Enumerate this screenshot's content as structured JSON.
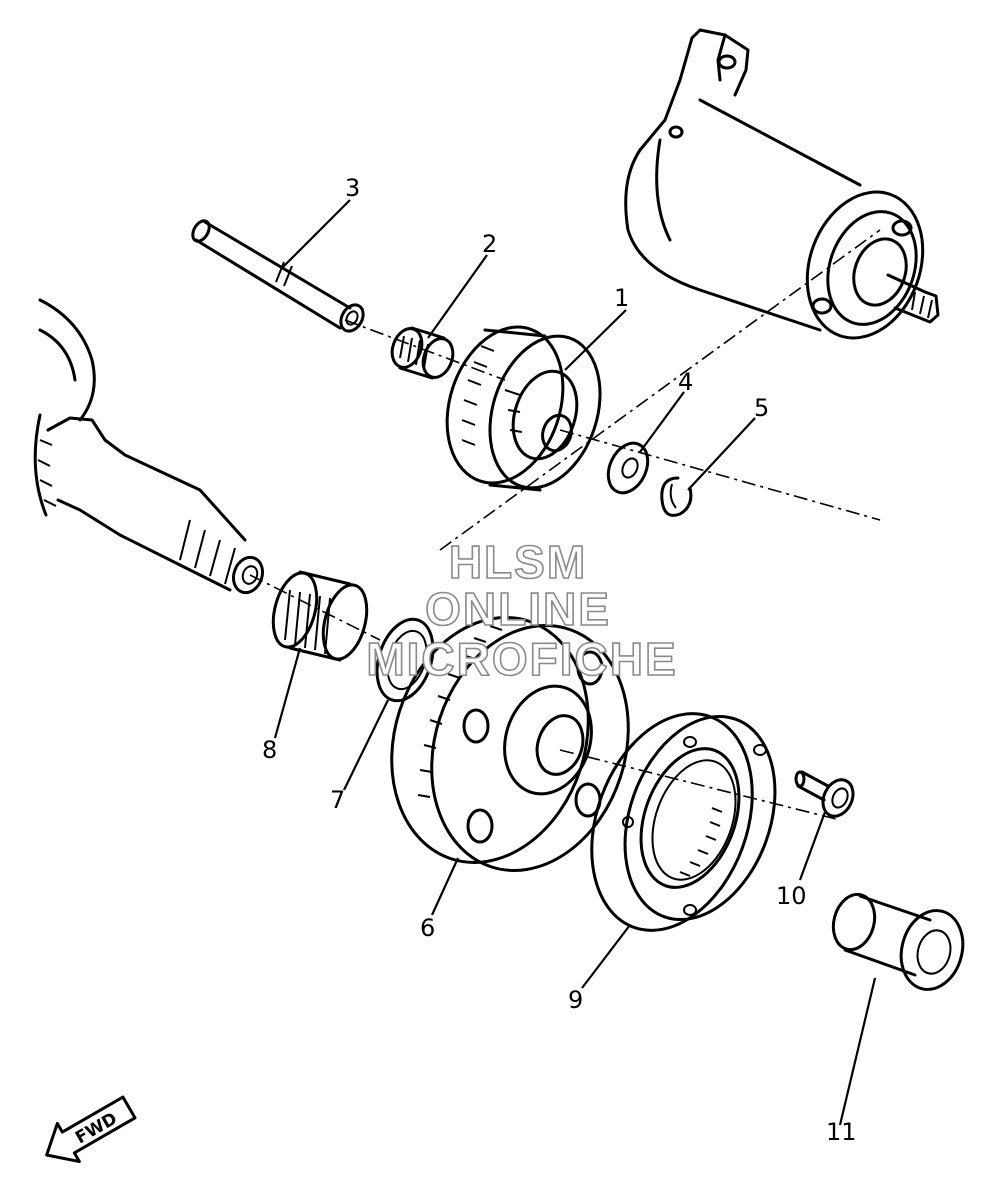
{
  "callouts": {
    "c1": "1",
    "c2": "2",
    "c3": "3",
    "c4": "4",
    "c5": "5",
    "c6": "6",
    "c7": "7",
    "c8": "8",
    "c9": "9",
    "c10": "10",
    "c11": "11"
  },
  "watermark": {
    "line1": "HLSM",
    "line2": "ONLINE",
    "line3": "MICROFICHE"
  },
  "direction_arrow": {
    "label": "FWD"
  }
}
